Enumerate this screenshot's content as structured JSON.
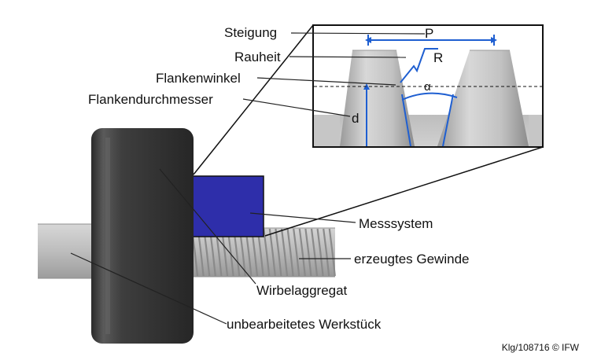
{
  "labels": {
    "steigung": "Steigung",
    "rauheit": "Rauheit",
    "flankenwinkel": "Flankenwinkel",
    "flankendurchmesser": "Flankendurchmesser",
    "messsystem": "Messsystem",
    "erzeugtes_gewinde": "erzeugtes Gewinde",
    "wirbelaggregat": "Wirbelaggregat",
    "unbearbeitetes_werkstueck": "unbearbeitetes Werkstück"
  },
  "symbols": {
    "pitch": "P",
    "roughness": "R",
    "angle": "α",
    "diameter": "d"
  },
  "credit": "Klg/108716 © IFW",
  "colors": {
    "annotation_blue": "#1f5fd1",
    "measuring_system": "#2f2fb0",
    "swirl_unit": "#3a3a3a",
    "workpiece": "#c4c4c4",
    "leader_lines": "#222222"
  }
}
